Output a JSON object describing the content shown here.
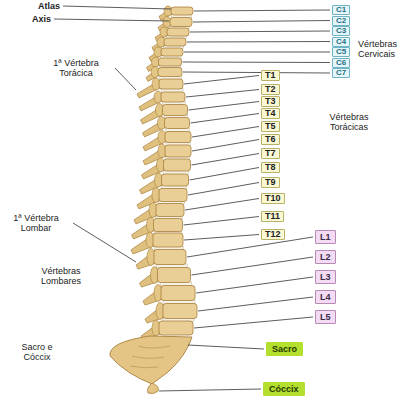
{
  "diagram": {
    "nodes": [
      {
        "text": [
          "C1"
        ]
      },
      {
        "text": [
          "C2"
        ]
      },
      {
        "text": [
          "C3"
        ]
      },
      {
        "text": [
          "C4"
        ]
      },
      {
        "text": [
          "C5"
        ]
      },
      {
        "text": [
          "C6"
        ]
      },
      {
        "text": [
          "C7"
        ]
      },
      {
        "text": [
          "T1"
        ]
      },
      {
        "text": [
          "T2"
        ]
      },
      {
        "text": [
          "T3"
        ]
      },
      {
        "text": [
          "T4"
        ]
      },
      {
        "text": [
          "T5"
        ]
      },
      {
        "text": [
          "T6"
        ]
      },
      {
        "text": [
          "T7"
        ]
      },
      {
        "text": [
          "T8"
        ]
      },
      {
        "text": [
          "T9"
        ]
      },
      {
        "text": [
          "T10"
        ]
      },
      {
        "text": [
          "T11"
        ]
      },
      {
        "text": [
          "T12"
        ]
      },
      {
        "text": [
          "L1"
        ]
      },
      {
        "text": [
          "L2"
        ]
      },
      {
        "text": [
          "L3"
        ]
      },
      {
        "text": [
          "L4"
        ]
      },
      {
        "text": [
          "L5"
        ]
      },
      {
        "text": [
          "Sacro"
        ]
      },
      {
        "text": [
          "Cóccix"
        ]
      }
    ],
    "labels": [
      "Atlas",
      "Axis",
      "Vértebras Cervicais",
      "1ª Vértebra Torácica",
      "Vértebras Torácicas",
      "1ª Vértebra Lombar",
      "Vértebras Lombares",
      "Sacro e Cóccix"
    ]
  }
}
